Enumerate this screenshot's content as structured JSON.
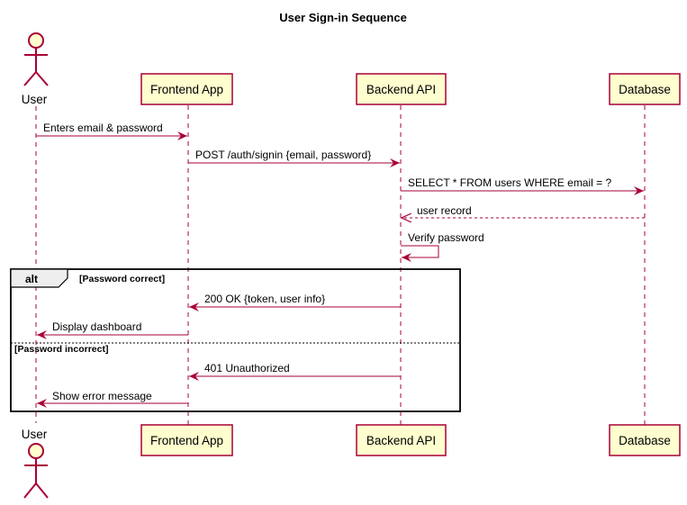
{
  "diagram": {
    "title": "User Sign-in Sequence",
    "participants": [
      {
        "id": "user",
        "name": "User",
        "kind": "actor"
      },
      {
        "id": "frontend",
        "name": "Frontend App",
        "kind": "box"
      },
      {
        "id": "backend",
        "name": "Backend API",
        "kind": "box"
      },
      {
        "id": "database",
        "name": "Database",
        "kind": "box"
      }
    ],
    "messages": [
      {
        "from": "user",
        "to": "frontend",
        "text": "Enters email & password",
        "style": "solid"
      },
      {
        "from": "frontend",
        "to": "backend",
        "text": "POST /auth/signin {email, password}",
        "style": "solid"
      },
      {
        "from": "backend",
        "to": "database",
        "text": "SELECT * FROM users WHERE email = ?",
        "style": "solid"
      },
      {
        "from": "database",
        "to": "backend",
        "text": "user record",
        "style": "dashed"
      },
      {
        "from": "backend",
        "to": "backend",
        "text": "Verify password",
        "style": "self"
      },
      {
        "from": "backend",
        "to": "frontend",
        "text": "200 OK {token, user info}",
        "style": "solid"
      },
      {
        "from": "frontend",
        "to": "user",
        "text": "Display dashboard",
        "style": "solid"
      },
      {
        "from": "backend",
        "to": "frontend",
        "text": "401 Unauthorized",
        "style": "solid"
      },
      {
        "from": "frontend",
        "to": "user",
        "text": "Show error message",
        "style": "solid"
      }
    ],
    "fragment": {
      "keyword": "alt",
      "guards": [
        "[Password correct]",
        "[Password incorrect]"
      ]
    },
    "colors": {
      "participant_fill": "#FEFECE",
      "participant_border": "#A80036",
      "arrow": "#A80036",
      "lifeline": "#A80036",
      "frame": "#000000"
    }
  }
}
